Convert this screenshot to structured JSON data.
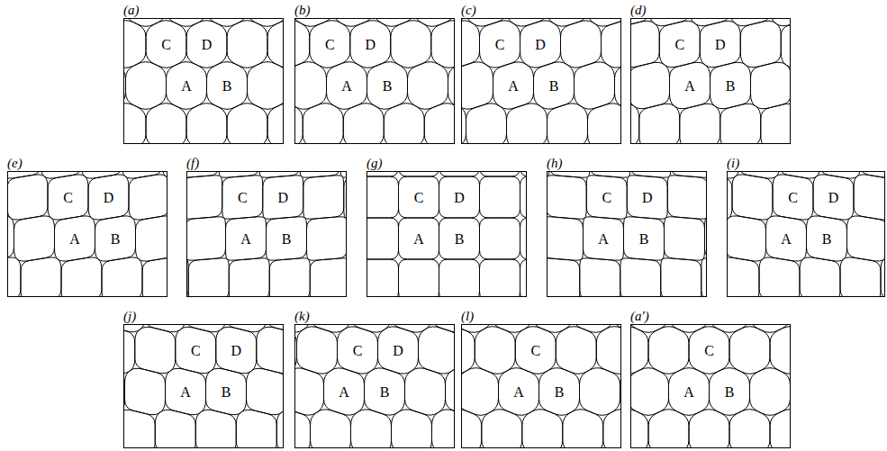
{
  "diagram": {
    "nodes": [
      {
        "text": [
          "(a)"
        ]
      },
      {
        "text": [
          "C"
        ],
        "in": 0
      },
      {
        "text": [
          "D"
        ],
        "in": 0
      },
      {
        "text": [
          "A"
        ],
        "in": 0
      },
      {
        "text": [
          "B"
        ],
        "in": 0
      },
      {
        "text": [
          "(b)"
        ]
      },
      {
        "text": [
          "C"
        ],
        "in": 5
      },
      {
        "text": [
          "D"
        ],
        "in": 5
      },
      {
        "text": [
          "A"
        ],
        "in": 5
      },
      {
        "text": [
          "B"
        ],
        "in": 5
      },
      {
        "text": [
          "(c)"
        ]
      },
      {
        "text": [
          "C"
        ],
        "in": 10
      },
      {
        "text": [
          "D"
        ],
        "in": 10
      },
      {
        "text": [
          "A"
        ],
        "in": 10
      },
      {
        "text": [
          "B"
        ],
        "in": 10
      },
      {
        "text": [
          "(d)"
        ]
      },
      {
        "text": [
          "C"
        ],
        "in": 15
      },
      {
        "text": [
          "D"
        ],
        "in": 15
      },
      {
        "text": [
          "A"
        ],
        "in": 15
      },
      {
        "text": [
          "B"
        ],
        "in": 15
      },
      {
        "text": [
          "(e)"
        ]
      },
      {
        "text": [
          "C"
        ],
        "in": 20
      },
      {
        "text": [
          "D"
        ],
        "in": 20
      },
      {
        "text": [
          "A"
        ],
        "in": 20
      },
      {
        "text": [
          "B"
        ],
        "in": 20
      },
      {
        "text": [
          "(f)"
        ]
      },
      {
        "text": [
          "C"
        ],
        "in": 25
      },
      {
        "text": [
          "D"
        ],
        "in": 25
      },
      {
        "text": [
          "A"
        ],
        "in": 25
      },
      {
        "text": [
          "B"
        ],
        "in": 25
      },
      {
        "text": [
          "(g)"
        ]
      },
      {
        "text": [
          "C"
        ],
        "in": 30
      },
      {
        "text": [
          "D"
        ],
        "in": 30
      },
      {
        "text": [
          "A"
        ],
        "in": 30
      },
      {
        "text": [
          "B"
        ],
        "in": 30
      },
      {
        "text": [
          "(h)"
        ]
      },
      {
        "text": [
          "C"
        ],
        "in": 35
      },
      {
        "text": [
          "D"
        ],
        "in": 35
      },
      {
        "text": [
          "A"
        ],
        "in": 35
      },
      {
        "text": [
          "B"
        ],
        "in": 35
      },
      {
        "text": [
          "(i)"
        ]
      },
      {
        "text": [
          "C"
        ],
        "in": 40
      },
      {
        "text": [
          "D"
        ],
        "in": 40
      },
      {
        "text": [
          "A"
        ],
        "in": 40
      },
      {
        "text": [
          "B"
        ],
        "in": 40
      },
      {
        "text": [
          "(j)"
        ]
      },
      {
        "text": [
          "C"
        ],
        "in": 45
      },
      {
        "text": [
          "D"
        ],
        "in": 45
      },
      {
        "text": [
          "A"
        ],
        "in": 45
      },
      {
        "text": [
          "B"
        ],
        "in": 45
      },
      {
        "text": [
          "(k)"
        ]
      },
      {
        "text": [
          "C"
        ],
        "in": 50
      },
      {
        "text": [
          "D"
        ],
        "in": 50
      },
      {
        "text": [
          "A"
        ],
        "in": 50
      },
      {
        "text": [
          "B"
        ],
        "in": 50
      },
      {
        "text": [
          "(l)"
        ]
      },
      {
        "text": [
          "C"
        ],
        "in": 55
      },
      {
        "text": [
          "A"
        ],
        "in": 55
      },
      {
        "text": [
          "B"
        ],
        "in": 55
      },
      {
        "text": [
          "(a′)"
        ]
      },
      {
        "text": [
          "C"
        ],
        "in": 59
      },
      {
        "text": [
          "A"
        ],
        "in": 59
      },
      {
        "text": [
          "B"
        ],
        "in": 59
      }
    ]
  }
}
